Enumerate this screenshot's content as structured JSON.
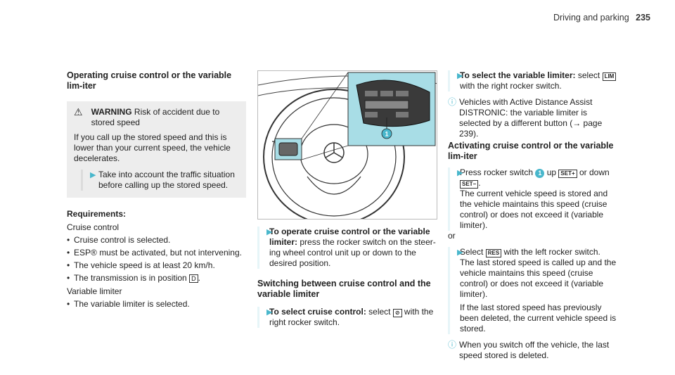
{
  "header": {
    "section": "Driving and parking",
    "page": "235"
  },
  "col1": {
    "title": "Operating cruise control or the variable lim-iter",
    "warning_label": "WARNING",
    "warning_text": "Risk of accident due to stored speed",
    "warning_body": "If you call up the stored speed and this is lower than your current speed, the vehicle decelerates.",
    "step_text": "Take into account the traffic situation before calling up the stored speed.",
    "req_title": "Requirements:",
    "cc_label": "Cruise control",
    "cc_items": [
      "Cruise control is selected.",
      "ESP® must be activated, but not intervening.",
      "The vehicle speed is at least 20 km/h.",
      "The transmission is in position"
    ],
    "d_key": "D",
    "vl_label": "Variable limiter",
    "vl_items": [
      "The variable limiter is selected."
    ]
  },
  "col2": {
    "step1_bold": "To operate cruise control or the variable limiter:",
    "step1_text": "press the rocker switch on the steer-ing wheel control unit up or down to the desired position.",
    "sub_title": "Switching between cruise control and the variable limiter",
    "step2_bold": "To select cruise control:",
    "step2_pre": "select",
    "step2_post": "with the right rocker switch."
  },
  "col3": {
    "step1_bold": "To select the variable limiter:",
    "step1_pre": "select",
    "lim_key": "LIM",
    "step1_post": "with the right rocker switch.",
    "info1": "Vehicles with Active Distance Assist DISTRONIC: the variable limiter is selected by a different button (→ page 239).",
    "sub_title": "Activating cruise control or the variable lim-iter",
    "step2_a": "Press rocker switch",
    "step2_num": "1",
    "step2_b": "up",
    "set_up": "SET+",
    "step2_c": "or down",
    "set_down": "SET−",
    "step2_d": "The current vehicle speed is stored and the vehicle maintains this speed (cruise control) or does not exceed it (variable limiter).",
    "or": "or",
    "step3_a": "Select",
    "res_key": "RES",
    "step3_b": "with the left rocker switch.",
    "step3_c": "The last stored speed is called up and the vehicle maintains this speed (cruise control) or does not exceed it (variable limiter).",
    "step3_d": "If the last stored speed has previously been deleted, the current vehicle speed is stored.",
    "info2": "When you switch off the vehicle, the last speed stored is deleted."
  },
  "figure": {
    "callout": "1"
  },
  "colors": {
    "accent": "#49b7cc",
    "highlight": "#a8dde6",
    "boxbg": "#ededed"
  }
}
